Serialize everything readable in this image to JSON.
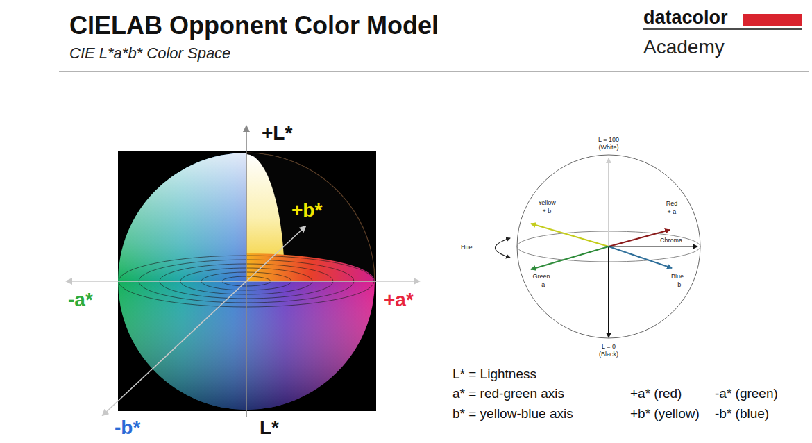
{
  "diagram": {
    "title": "CIELAB Opponent Color Model",
    "labels": [
      "CIE L*a*b* Color Space",
      "datacolor",
      "Academy",
      "+L*",
      "+b*",
      "-a*",
      "+a*",
      "-b*",
      "L*",
      "L = 100",
      "(White)",
      "Yellow",
      "+ b",
      "Red",
      "+ a",
      "Hue",
      "Chroma",
      "Green",
      "- a",
      "Blue",
      "- b",
      "L = 0",
      "(Black)",
      "L* = Lightness",
      "a* = red-green axis",
      "+a* (red)",
      "-a* (green)",
      "b* = yellow-blue axis",
      "+b* (yellow)",
      "-b* (blue)"
    ]
  }
}
